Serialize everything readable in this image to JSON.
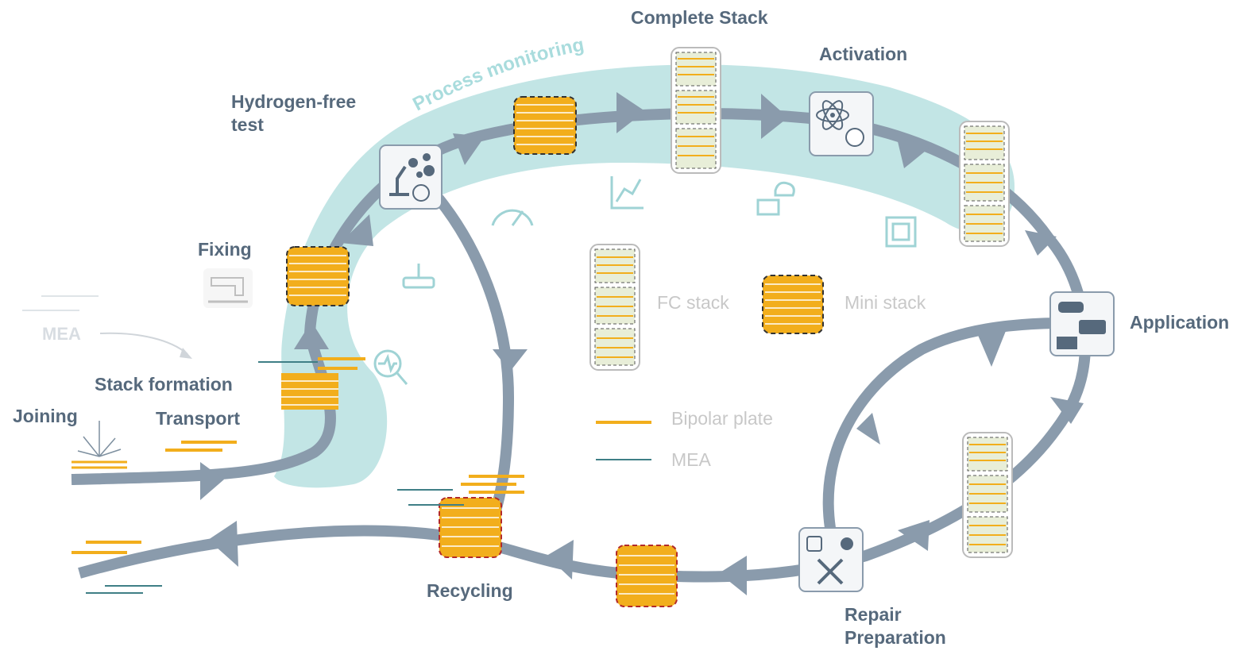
{
  "labels": {
    "complete_stack": "Complete Stack",
    "activation": "Activation",
    "hydrogen_free_test_1": "Hydrogen-free",
    "hydrogen_free_test_2": "test",
    "fixing": "Fixing",
    "mea_ghost": "MEA",
    "stack_formation": "Stack formation",
    "joining": "Joining",
    "transport": "Transport",
    "application": "Application",
    "recycling": "Recycling",
    "repair_1": "Repair",
    "repair_2": "Preparation",
    "process_monitoring": "Process monitoring"
  },
  "legend": {
    "fc_stack": "FC stack",
    "mini_stack": "Mini stack",
    "bipolar_plate": "Bipolar plate",
    "mea": "MEA"
  },
  "colors": {
    "track": "#8a9bac",
    "band": "#bfe4e4",
    "bipolar_plate": "#f2ae1c",
    "mea": "#3f7f86",
    "label": "#56697c",
    "recycle_border": "#b22a2a",
    "icon_bg": "#f4f6f8",
    "ghost_icon": "#9fd3d5"
  },
  "icons": [
    "microscope-stopwatch-icon",
    "atom-stopwatch-icon",
    "vehicles-icon",
    "robot-repair-tools-icon",
    "sewing-machine-icon",
    "weld-spark-icon",
    "chart-icon",
    "cloud-computer-icon",
    "chip-icon",
    "gauge-icon",
    "router-icon",
    "magnifier-pulse-icon"
  ]
}
